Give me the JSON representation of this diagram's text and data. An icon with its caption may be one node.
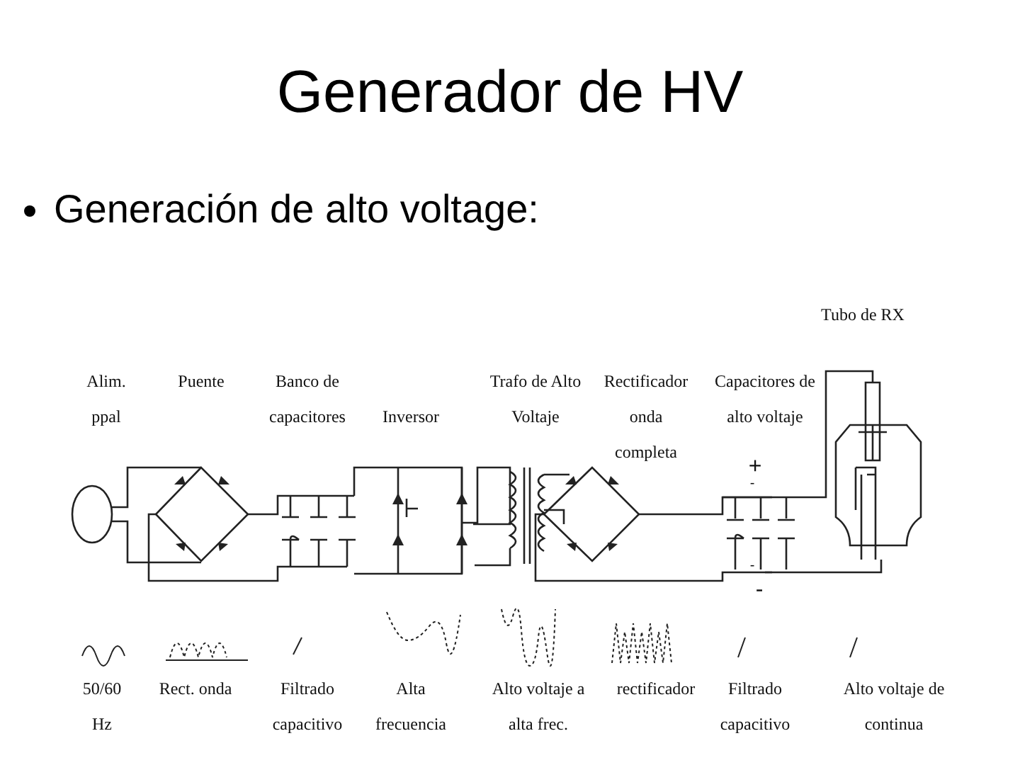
{
  "diagram": {
    "title": "Generador de HV",
    "labels": [
      "Generación de alto voltage:",
      "Tubo de RX",
      "Alim. ppal",
      "Puente",
      "Banco de capacitores",
      "Inversor",
      "Trafo de Alto Voltaje",
      "Rectificador onda completa",
      "Capacitores de alto voltaje",
      "+",
      "-",
      "-",
      "-",
      "50/60 Hz",
      "Rect. onda",
      "Filtrado capacitivo",
      "Alta frecuencia",
      "Alto voltaje a alta frec.",
      "rectificador",
      "Filtrado capacitivo",
      "Alto voltaje de continua"
    ]
  }
}
